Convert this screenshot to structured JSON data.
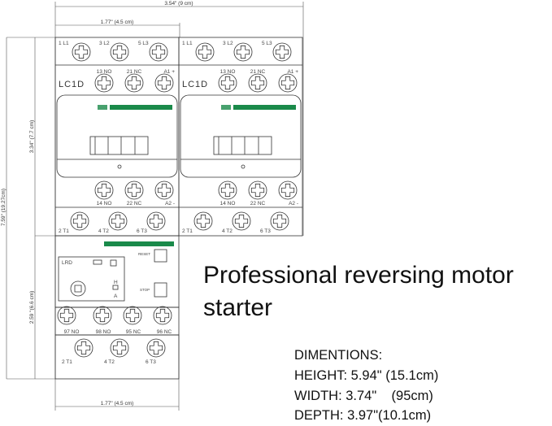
{
  "dimensions_drawing": {
    "width_total": "3.54\" (9 cm)",
    "width_half": "1.77\" (4.5 cm)",
    "width_bottom": "1.77\" (4.5 cm)",
    "height_total": "7.59\" (19.27cm)",
    "height_contactor": "3.34\" (7.7 cm)",
    "height_overload": "2.59 \"(6.6 cm)"
  },
  "contactor": {
    "model": "LC1D",
    "row1": [
      "1 L1",
      "3 L2",
      "5 L3"
    ],
    "row2": [
      "13 NO",
      "21 NC",
      "A1 +"
    ],
    "row3": [
      "14 NO",
      "22 NC",
      "A2 -"
    ],
    "row4": [
      "2 T1",
      "4 T2",
      "6 T3"
    ],
    "accent_color": "#1a8a4a"
  },
  "overload": {
    "model": "LRD",
    "reset_label": "RESET",
    "stop_label": "STOP",
    "h_label": "H",
    "a_label": "A",
    "aux_row": [
      "97 NO",
      "98 NO",
      "95 NC",
      "96 NC"
    ],
    "out_row": [
      "2 T1",
      "4 T2",
      "6 T3"
    ]
  },
  "title_line1": "Professional reversing motor",
  "title_line2": "starter",
  "specs": {
    "heading": "DIMENTIONS:",
    "height": "HEIGHT: 5.94\" (15.1cm)",
    "width": "WIDTH: 3.74\"    (95cm)",
    "depth": "DEPTH: 3.97\"(10.1cm)"
  }
}
